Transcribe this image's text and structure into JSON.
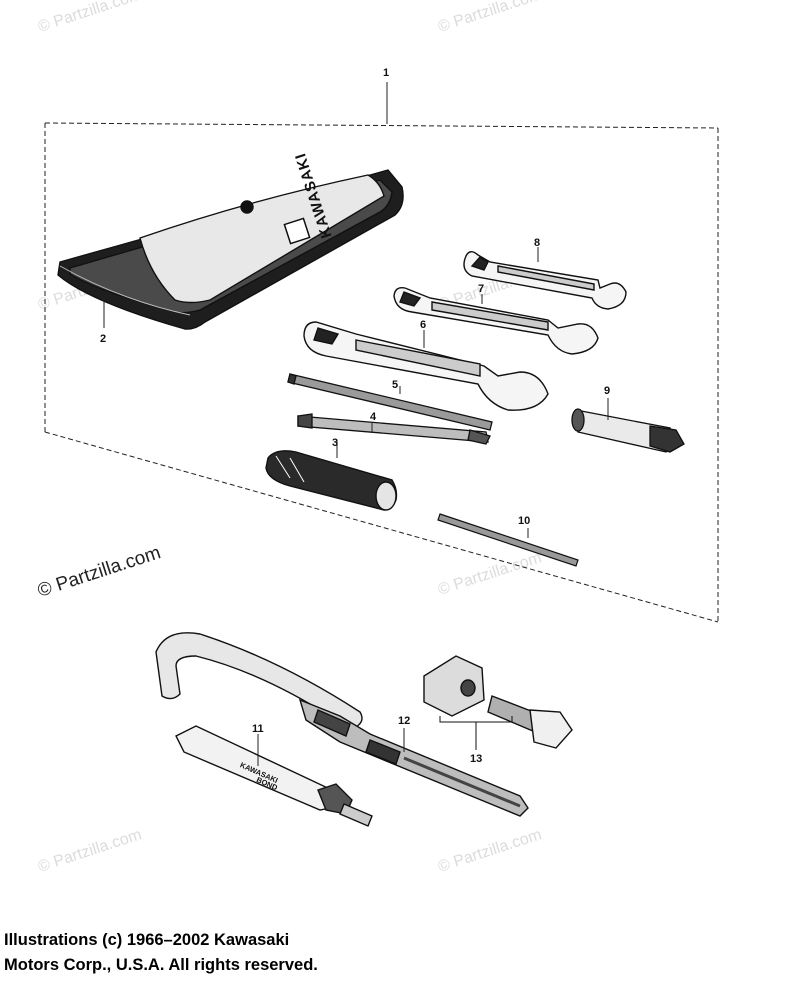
{
  "watermark": {
    "text": "© Partzilla.com",
    "text_prominent": "© Partzilla.com"
  },
  "callouts": [
    {
      "id": "1"
    },
    {
      "id": "2"
    },
    {
      "id": "3"
    },
    {
      "id": "4"
    },
    {
      "id": "5"
    },
    {
      "id": "6"
    },
    {
      "id": "7"
    },
    {
      "id": "8"
    },
    {
      "id": "9"
    },
    {
      "id": "10"
    },
    {
      "id": "11"
    },
    {
      "id": "12"
    },
    {
      "id": "13"
    }
  ],
  "tool_bag": {
    "brand": "KAWASAKI"
  },
  "bond_tube": {
    "line1": "KAWASAKI",
    "line2": "BOND"
  },
  "copyright": {
    "line1": "Illustrations (c) 1966–2002 Kawasaki",
    "line2": "Motors Corp., U.S.A.  All rights reserved."
  }
}
